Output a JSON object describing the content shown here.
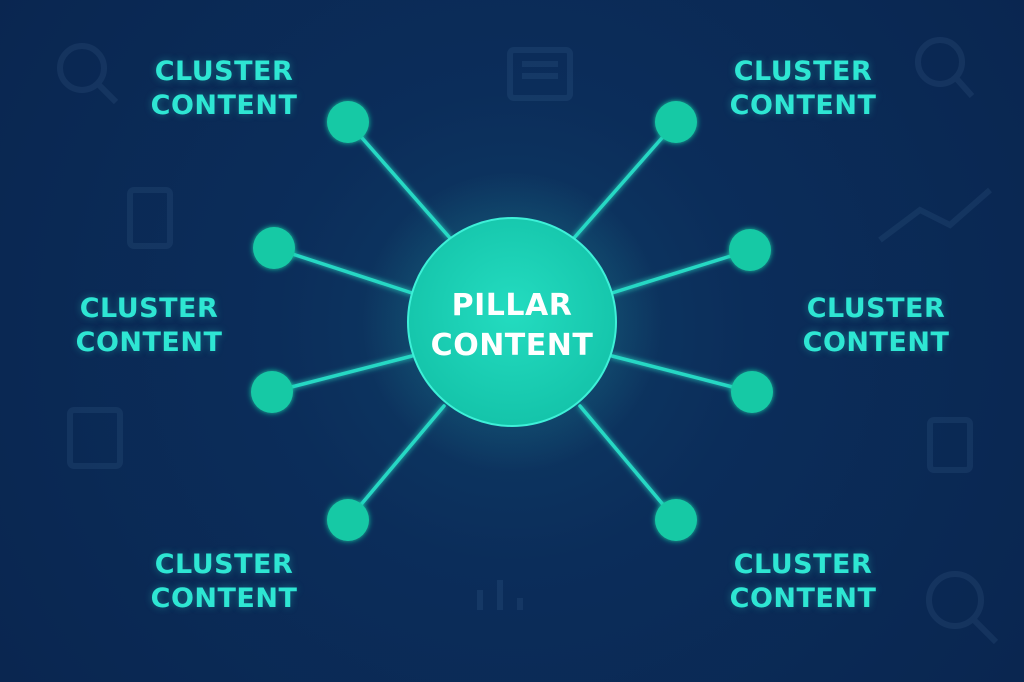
{
  "pillar": {
    "line1": "PILLAR",
    "line2": "CONTENT"
  },
  "clusters": [
    {
      "line1": "CLUSTER",
      "line2": "CONTENT"
    },
    {
      "line1": "CLUSTER",
      "line2": "CONTENT"
    },
    {
      "line1": "CLUSTER",
      "line2": "CONTENT"
    },
    {
      "line1": "CLUSTER",
      "line2": "CONTENT"
    },
    {
      "line1": "CLUSTER",
      "line2": "CONTENT"
    },
    {
      "line1": "CLUSTER",
      "line2": "CONTENT"
    }
  ],
  "colors": {
    "background": "#0b2a57",
    "accent": "#2ee6d3",
    "node": "#16c9a5",
    "pillar_fill": "#1cd0b4",
    "line": "#27d8c4"
  },
  "icons": [
    "search-icon",
    "document-icon",
    "chart-icon",
    "magnifier-icon"
  ]
}
